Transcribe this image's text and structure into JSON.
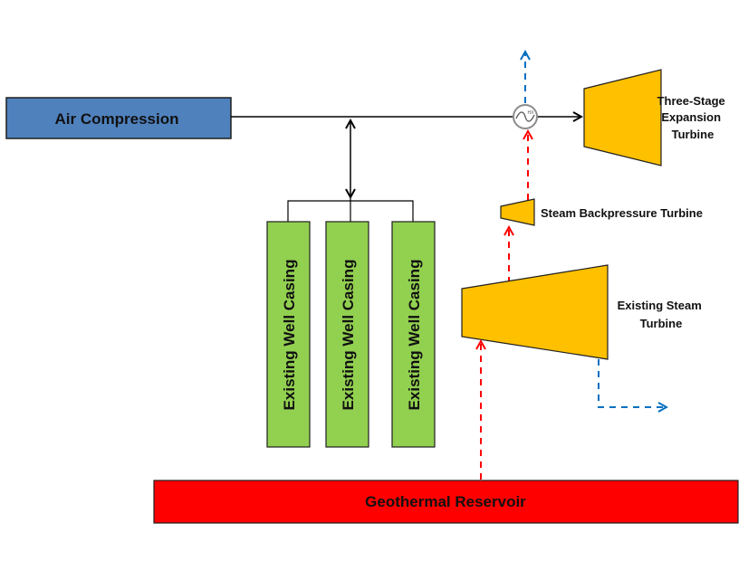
{
  "diagram": {
    "air_compression": {
      "label": "Air Compression",
      "color": "#4f81bd"
    },
    "geothermal_reservoir": {
      "label": "Geothermal Reservoir",
      "color": "#ff0000"
    },
    "well_casings": [
      {
        "label": "Existing Well Casing"
      },
      {
        "label": "Existing Well Casing"
      },
      {
        "label": "Existing Well Casing"
      }
    ],
    "well_color": "#92d050",
    "turbine_color": "#ffc000",
    "heat_exchanger": {
      "label": "HX"
    },
    "three_stage_turbine": {
      "lines": [
        "Three-Stage",
        "Expansion",
        "Turbine"
      ]
    },
    "steam_backpressure_turbine": {
      "label": "Steam Backpressure Turbine"
    },
    "existing_steam_turbine": {
      "lines": [
        "Existing Steam",
        "Turbine"
      ]
    },
    "flow_colors": {
      "air": "#000000",
      "steam": "#ff0000",
      "exhaust": "#0070c0"
    }
  }
}
